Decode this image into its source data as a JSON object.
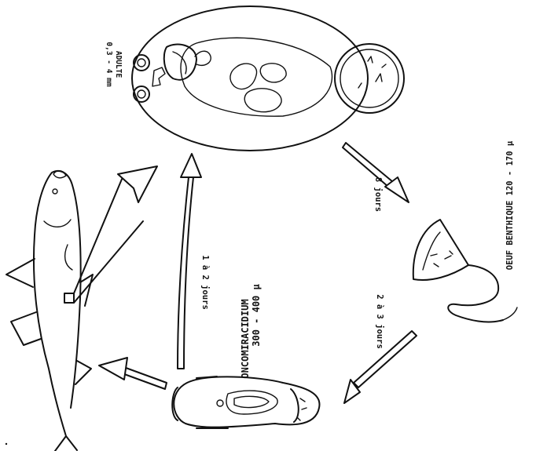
{
  "labels": {
    "adult_title": "ADULTE",
    "adult_size": "0,3 - 4 mm",
    "egg": "OEUF BENTHIQUE 120 - 170",
    "oncomiracidium_title": "ONCOMIRACIDIUM",
    "oncomiracidium_size": "300 - 400",
    "days_8": "8 jours",
    "days_2_3": "2 à 3 jours",
    "days_1_2": "1 à 2 jours"
  },
  "units": {
    "micron": "µ"
  }
}
